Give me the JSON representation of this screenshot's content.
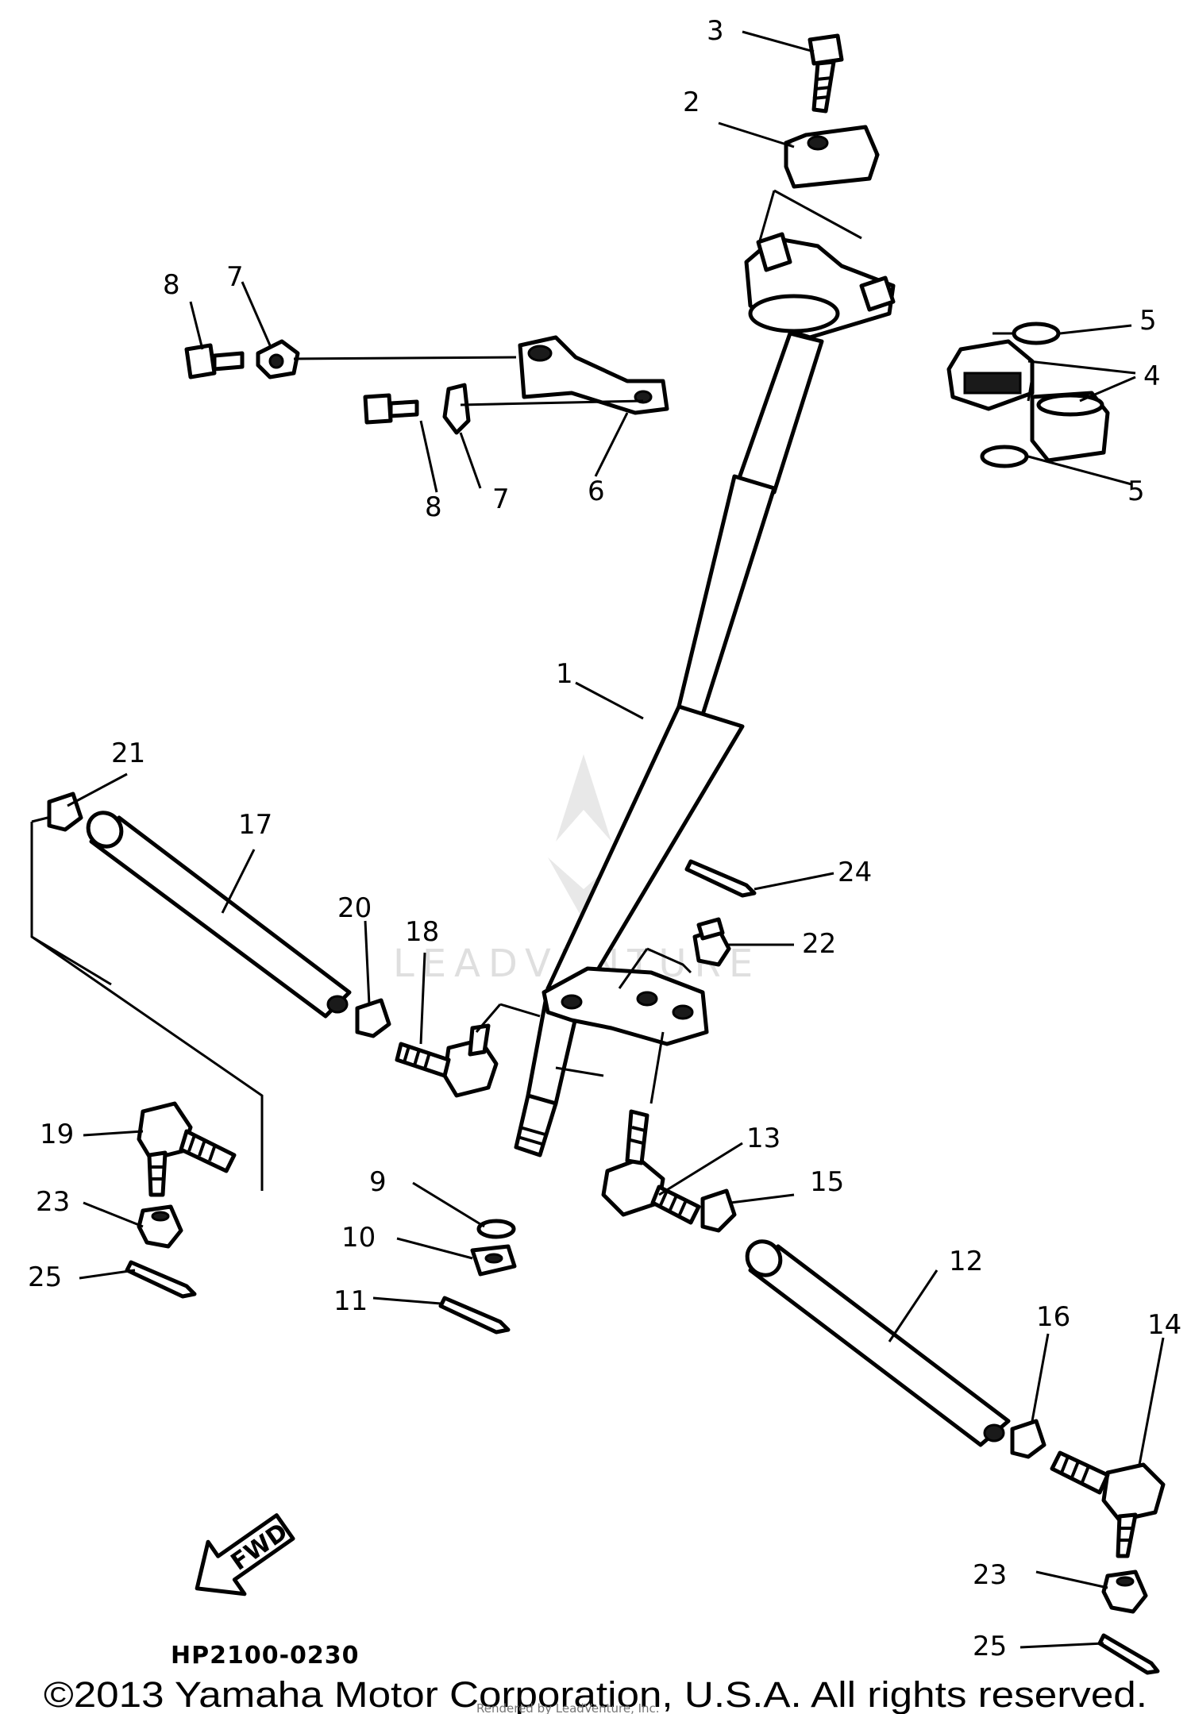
{
  "diagram": {
    "drawing_code": "HP2100-0230",
    "fwd_label": "FWD",
    "watermark": "LEADVENTURE",
    "copyright": "©2013 Yamaha Motor Corporation, U.S.A. All rights reserved.",
    "rendered_by": "Rendered by LeadVenture, Inc.",
    "callouts": [
      "1",
      "2",
      "3",
      "4",
      "5",
      "5",
      "6",
      "7",
      "7",
      "8",
      "8",
      "9",
      "10",
      "11",
      "12",
      "13",
      "14",
      "15",
      "16",
      "17",
      "18",
      "19",
      "20",
      "21",
      "22",
      "23",
      "23",
      "24",
      "25",
      "25"
    ]
  }
}
